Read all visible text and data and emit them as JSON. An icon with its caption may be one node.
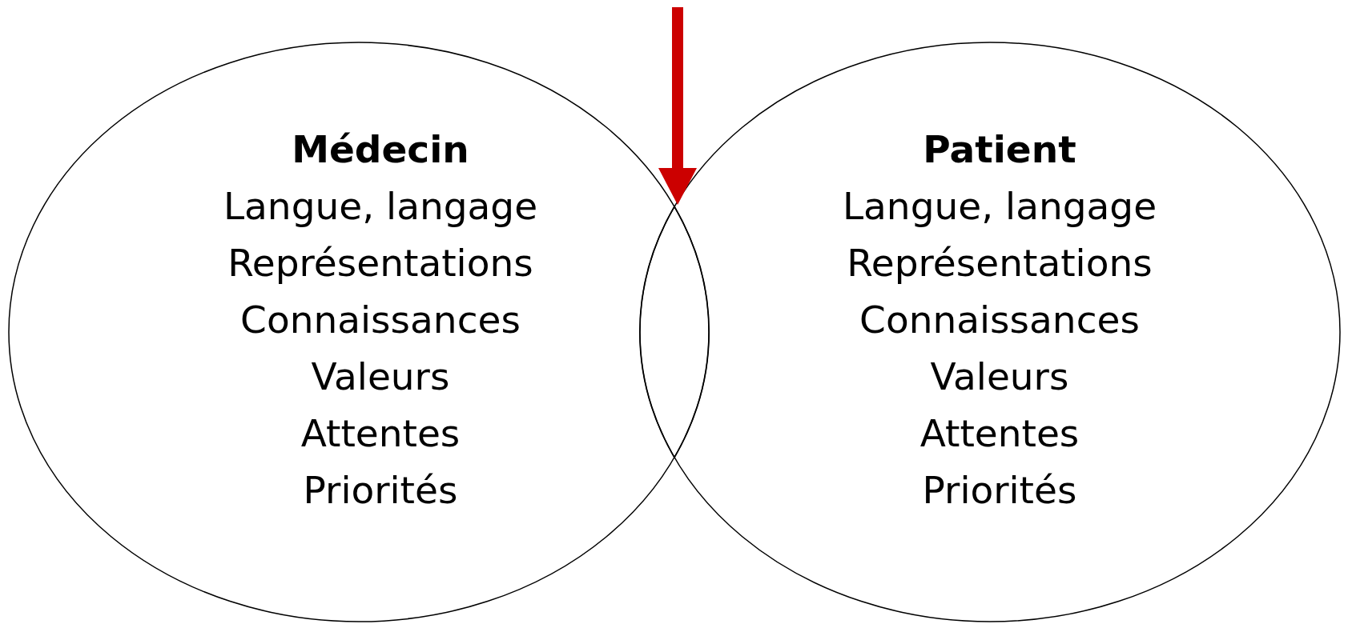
{
  "diagram": {
    "nodes": [
      {
        "text": [
          "Médecin",
          "Langue, langage",
          "Représentations",
          "Connaissances",
          "Valeurs",
          "Attentes",
          "Priorités"
        ]
      },
      {
        "text": [
          "Patient",
          "Langue, langage",
          "Représentations",
          "Connaissances",
          "Valeurs",
          "Attentes",
          "Priorités"
        ]
      },
      {
        "text": [],
        "shape": "lens"
      }
    ],
    "edges": [
      {
        "from": null,
        "to": 2,
        "arrow": "to",
        "style": "thick",
        "color": "#cc0000"
      }
    ]
  }
}
